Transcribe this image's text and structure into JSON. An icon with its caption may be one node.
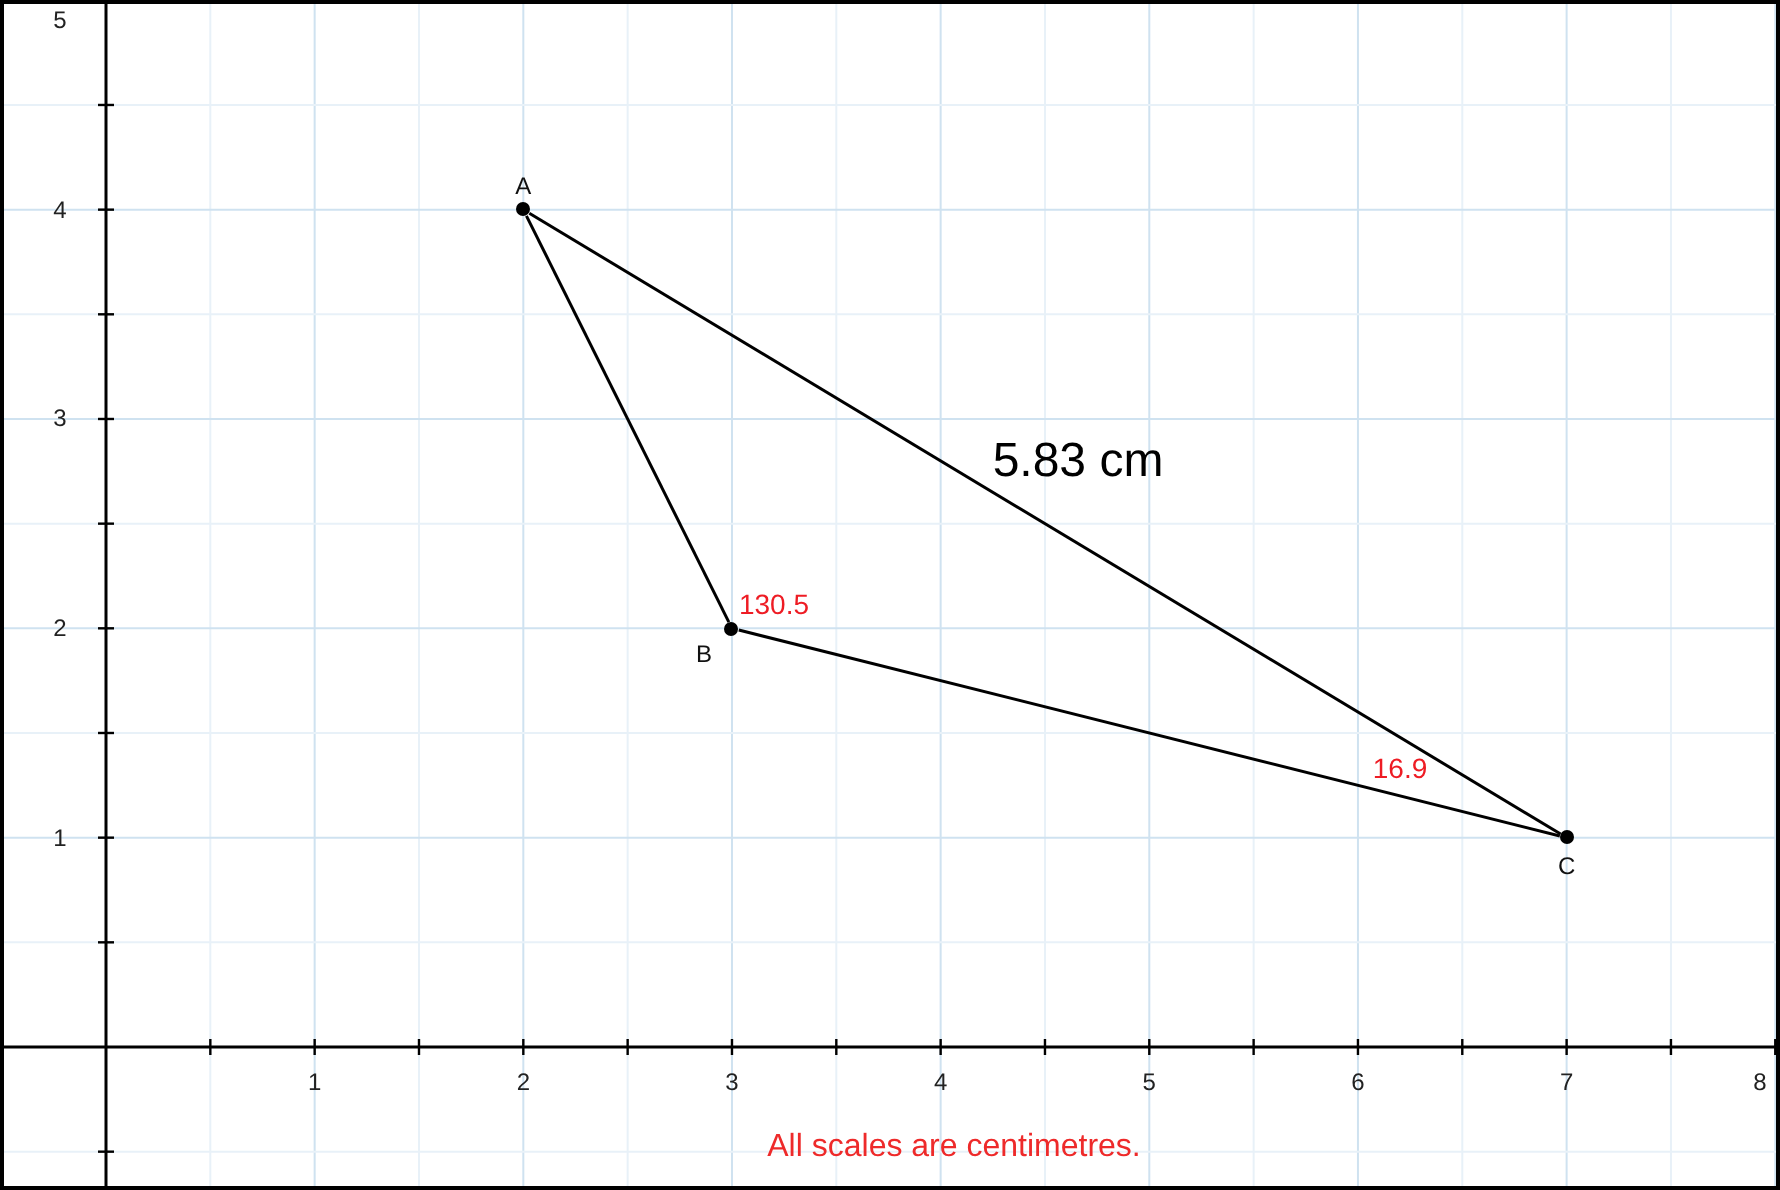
{
  "diagram": {
    "nodes": [
      {
        "text": [],
        "shape": "circle",
        "beside": [
          "A"
        ]
      },
      {
        "text": [],
        "shape": "circle",
        "beside": [
          "B"
        ]
      },
      {
        "text": [],
        "shape": "circle",
        "beside": [
          "C"
        ]
      }
    ],
    "edges": [
      {
        "from": 0,
        "to": 1,
        "arrow": "none"
      },
      {
        "from": 1,
        "to": 2,
        "arrow": "none"
      },
      {
        "from": 0,
        "to": 2,
        "arrow": "none",
        "label": "5.83 cm"
      }
    ],
    "labels": [
      "5",
      "4",
      "3",
      "2",
      "1",
      "130.5",
      "16.9",
      "1",
      "2",
      "3",
      "4",
      "5",
      "6",
      "7",
      "8",
      "All scales are centimetres."
    ]
  }
}
